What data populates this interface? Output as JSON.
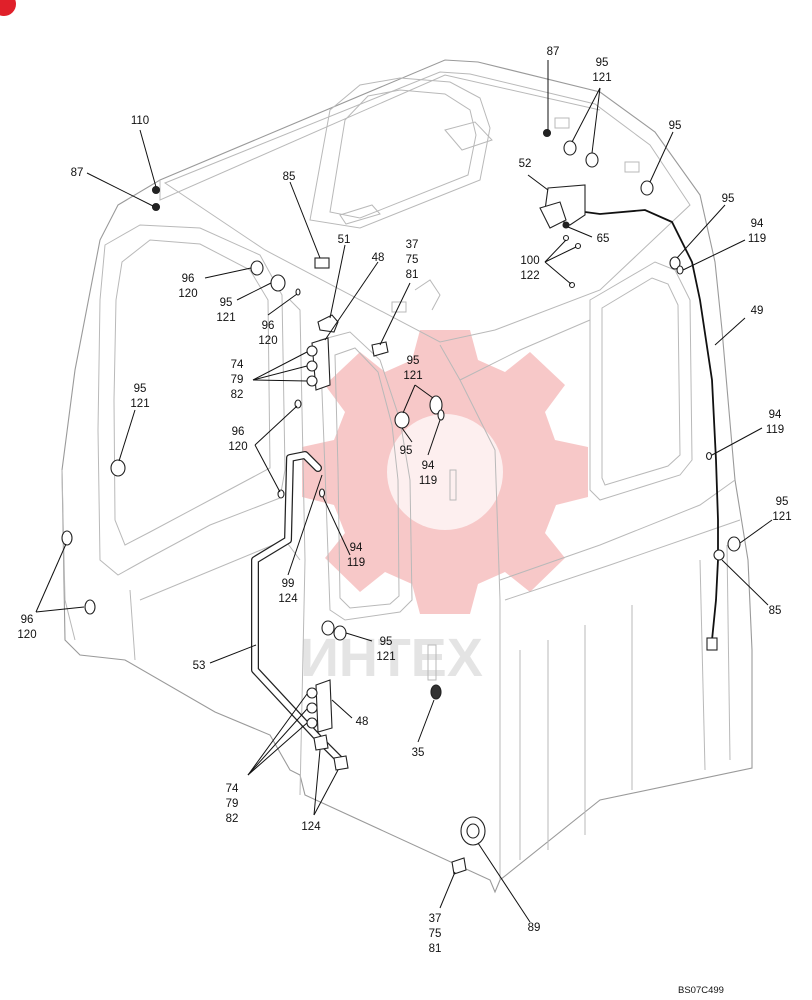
{
  "drawing_code": "BS07C499",
  "watermark": "ИНТЕХ",
  "callouts": [
    {
      "id": "c-87a",
      "lines": [
        "87"
      ]
    },
    {
      "id": "c-95-121-top",
      "lines": [
        "95",
        "121"
      ]
    },
    {
      "id": "c-95-top-right",
      "lines": [
        "95"
      ]
    },
    {
      "id": "c-110",
      "lines": [
        "110"
      ]
    },
    {
      "id": "c-87b",
      "lines": [
        "87"
      ]
    },
    {
      "id": "c-52",
      "lines": [
        "52"
      ]
    },
    {
      "id": "c-85-top",
      "lines": [
        "85"
      ]
    },
    {
      "id": "c-95-right",
      "lines": [
        "95"
      ]
    },
    {
      "id": "c-65",
      "lines": [
        "65"
      ]
    },
    {
      "id": "c-94-119-right-top",
      "lines": [
        "94",
        "119"
      ]
    },
    {
      "id": "c-37-75-81-top",
      "lines": [
        "37",
        "75",
        "81"
      ]
    },
    {
      "id": "c-51",
      "lines": [
        "51"
      ]
    },
    {
      "id": "c-48-top",
      "lines": [
        "48"
      ]
    },
    {
      "id": "c-100-122",
      "lines": [
        "100",
        "122"
      ]
    },
    {
      "id": "c-96-120-a",
      "lines": [
        "96",
        "120"
      ]
    },
    {
      "id": "c-95-121-left",
      "lines": [
        "95",
        "121"
      ]
    },
    {
      "id": "c-96-120-b",
      "lines": [
        "96",
        "120"
      ]
    },
    {
      "id": "c-49",
      "lines": [
        "49"
      ]
    },
    {
      "id": "c-74-79-82-top",
      "lines": [
        "74",
        "79",
        "82"
      ]
    },
    {
      "id": "c-95-121-center",
      "lines": [
        "95",
        "121"
      ]
    },
    {
      "id": "c-95-121-far-left",
      "lines": [
        "95",
        "121"
      ]
    },
    {
      "id": "c-96-120-c",
      "lines": [
        "96",
        "120"
      ]
    },
    {
      "id": "c-95-center",
      "lines": [
        "95"
      ]
    },
    {
      "id": "c-94-119-center",
      "lines": [
        "94",
        "119"
      ]
    },
    {
      "id": "c-94-119-right-mid",
      "lines": [
        "94",
        "119"
      ]
    },
    {
      "id": "c-95-121-right-low",
      "lines": [
        "95",
        "121"
      ]
    },
    {
      "id": "c-94-119-mid",
      "lines": [
        "94",
        "119"
      ]
    },
    {
      "id": "c-99-124",
      "lines": [
        "99",
        "124"
      ]
    },
    {
      "id": "c-85-right",
      "lines": [
        "85"
      ]
    },
    {
      "id": "c-96-120-d",
      "lines": [
        "96",
        "120"
      ]
    },
    {
      "id": "c-95-121-lower",
      "lines": [
        "95",
        "121"
      ]
    },
    {
      "id": "c-53",
      "lines": [
        "53"
      ]
    },
    {
      "id": "c-48-low",
      "lines": [
        "48"
      ]
    },
    {
      "id": "c-35",
      "lines": [
        "35"
      ]
    },
    {
      "id": "c-74-79-82-low",
      "lines": [
        "74",
        "79",
        "82"
      ]
    },
    {
      "id": "c-124",
      "lines": [
        "124"
      ]
    },
    {
      "id": "c-37-75-81-low",
      "lines": [
        "37",
        "75",
        "81"
      ]
    },
    {
      "id": "c-89",
      "lines": [
        "89"
      ]
    }
  ]
}
